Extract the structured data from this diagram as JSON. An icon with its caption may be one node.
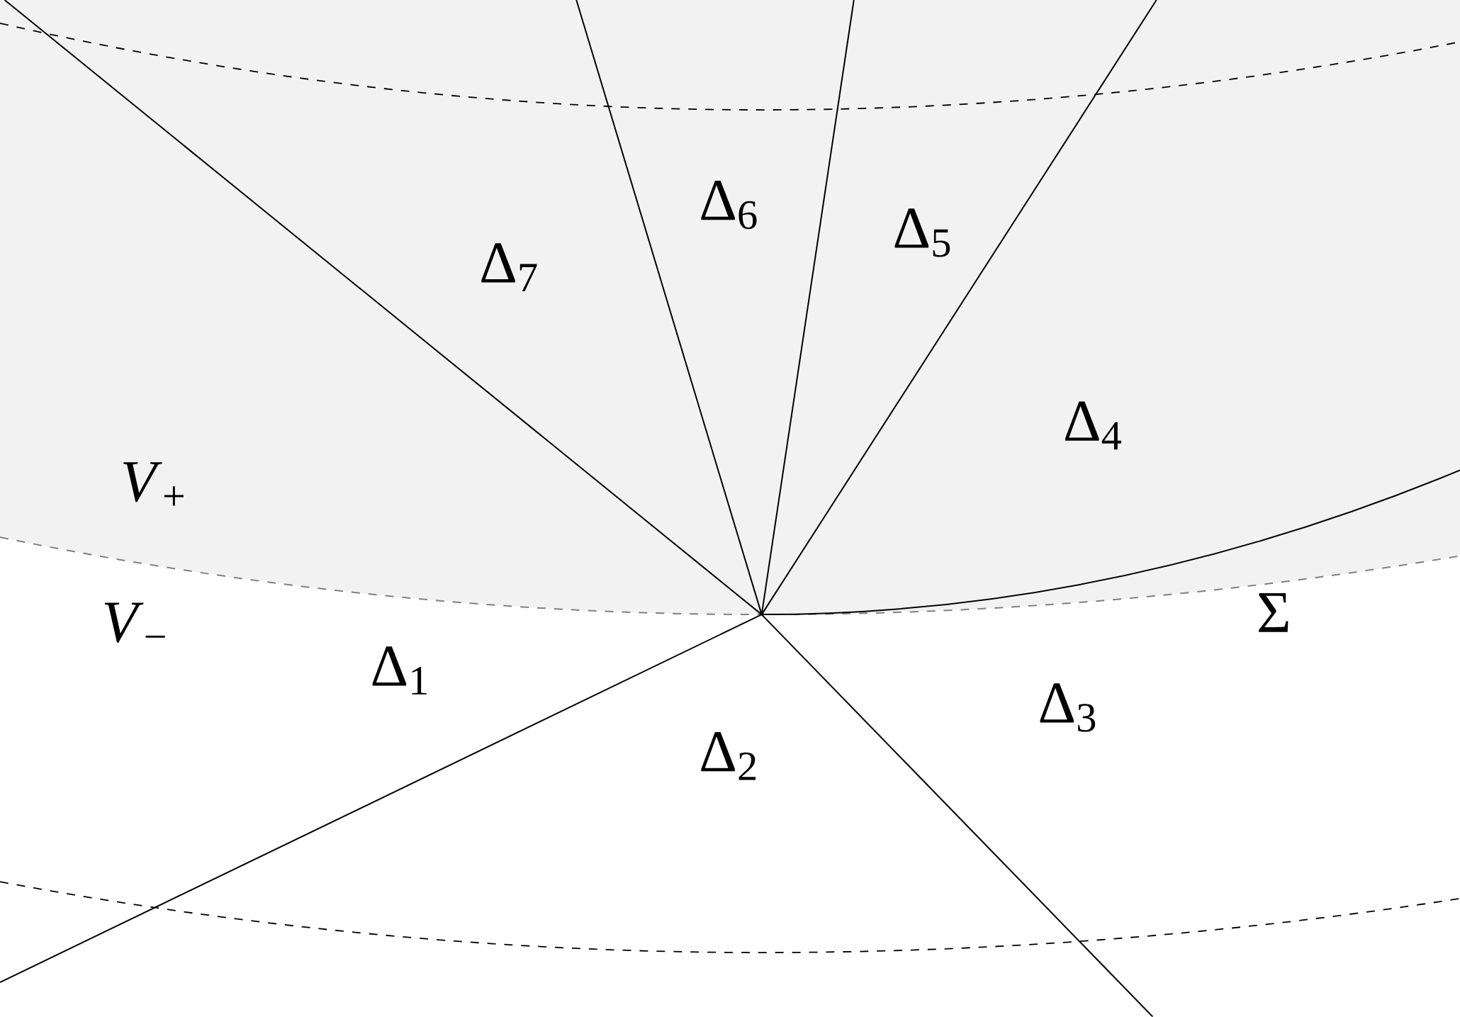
{
  "diagram": {
    "labels": [
      "Δ$_{7}$",
      "Δ$_{6}$",
      "Δ$_{5}$",
      "Δ$_{4}$",
      "*V*$_{+}$",
      "*V*$_{−}$",
      "Δ$_{1}$",
      "Δ$_{2}$",
      "Δ$_{3}$",
      "Σ"
    ]
  }
}
